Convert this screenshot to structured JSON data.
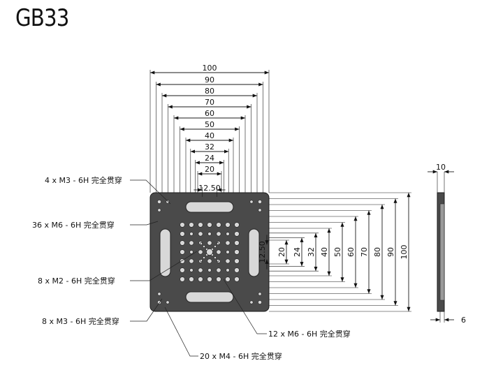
{
  "title": "GB33",
  "top_dimensions": [
    "100",
    "90",
    "80",
    "70",
    "60",
    "50",
    "40",
    "32",
    "24",
    "20",
    "12.50"
  ],
  "right_dimensions": [
    "20",
    "24",
    "32",
    "40",
    "50",
    "60",
    "70",
    "80",
    "90",
    "100"
  ],
  "right_offset_dimension": "12.50",
  "side_view": {
    "thickness_top": "10",
    "thickness_bottom": "6"
  },
  "callouts": [
    "4 x  M3 - 6H 完全贯穿",
    "36 x  M6 - 6H 完全贯穿",
    "8 x  M2 - 6H 完全贯穿",
    "8 x  M3 - 6H 完全贯穿",
    "12 x  M6 - 6H 完全贯穿",
    "20 x  M4 - 6H 完全贯穿"
  ]
}
